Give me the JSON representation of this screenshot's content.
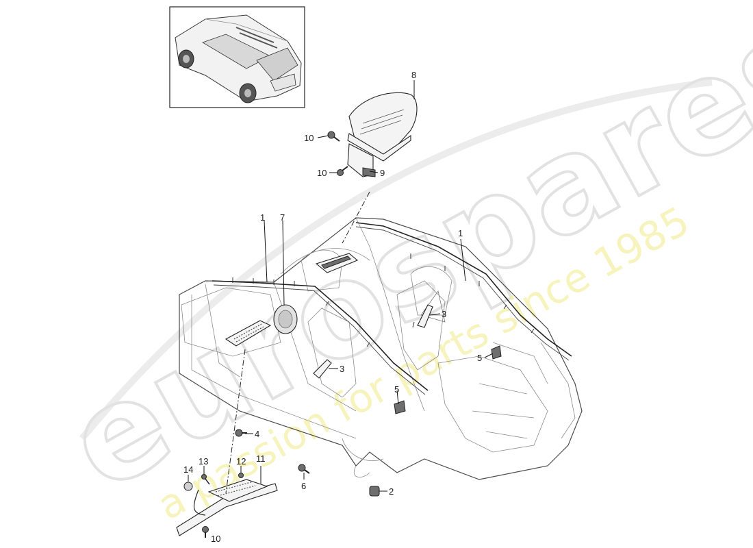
{
  "watermark": {
    "logo_text": "eurospares",
    "tagline": "a passion for parts since 1985"
  },
  "callouts": [
    {
      "id": "c1a",
      "label": "1"
    },
    {
      "id": "c1b",
      "label": "1"
    },
    {
      "id": "c2",
      "label": "2"
    },
    {
      "id": "c3a",
      "label": "3"
    },
    {
      "id": "c3b",
      "label": "3"
    },
    {
      "id": "c4",
      "label": "4"
    },
    {
      "id": "c5a",
      "label": "5"
    },
    {
      "id": "c5b",
      "label": "5"
    },
    {
      "id": "c6",
      "label": "6"
    },
    {
      "id": "c7",
      "label": "7"
    },
    {
      "id": "c8",
      "label": "8"
    },
    {
      "id": "c9",
      "label": "9"
    },
    {
      "id": "c10a",
      "label": "10"
    },
    {
      "id": "c10b",
      "label": "10"
    },
    {
      "id": "c10c",
      "label": "10"
    },
    {
      "id": "c11",
      "label": "11"
    },
    {
      "id": "c12",
      "label": "12"
    },
    {
      "id": "c13",
      "label": "13"
    },
    {
      "id": "c14",
      "label": "14"
    }
  ]
}
